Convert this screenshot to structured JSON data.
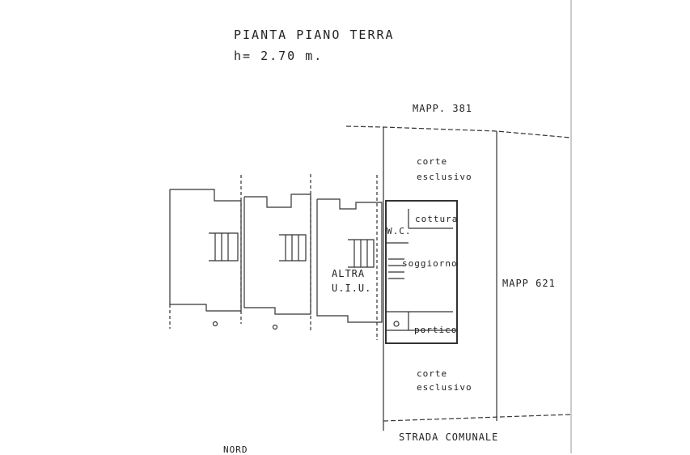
{
  "drawing": {
    "title": "PIANTA PIANO TERRA",
    "height_label": "h= 2.70 m."
  },
  "boundaries": {
    "north": "MAPP. 381",
    "east": "MAPP  621",
    "south": "STRADA COMUNALE"
  },
  "areas": {
    "court_top_1": "corte",
    "court_top_2": "esclusivo",
    "court_bottom_1": "corte",
    "court_bottom_2": "esclusivo",
    "kitchen": "cottura",
    "wc": "W.C.",
    "living": "soggiorno",
    "porch": "portico",
    "other_unit_1": "ALTRA",
    "other_unit_2": "U.I.U."
  },
  "north_arrow_label": "NORD",
  "colors": {
    "ink": "#222222",
    "paper": "#ffffff"
  }
}
